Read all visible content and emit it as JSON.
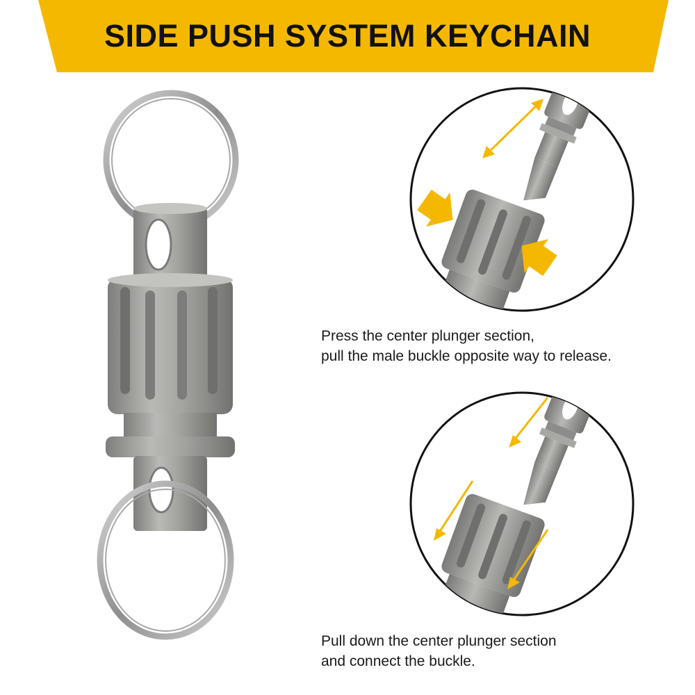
{
  "banner": {
    "title": "SIDE PUSH SYSTEM KEYCHAIN",
    "color": "#f5b800"
  },
  "steps": [
    {
      "line1": "Press the center plunger section,",
      "line2": "pull the male buckle opposite way to release."
    },
    {
      "line1": "Pull down the center plunger section",
      "line2": "and connect the buckle."
    }
  ],
  "colors": {
    "accent": "#f5b800",
    "metal": "#9a9a98",
    "text": "#1a1a1a"
  }
}
